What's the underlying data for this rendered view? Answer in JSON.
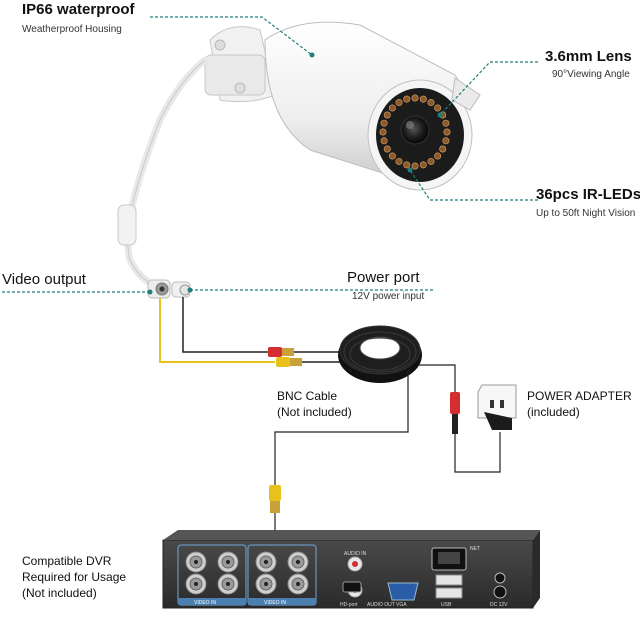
{
  "callouts": {
    "ip66_title": "IP66 waterproof",
    "ip66_sub": "Weatherproof Housing",
    "lens_title": "3.6mm Lens",
    "lens_sub": "90°Viewing Angle",
    "ir_title": "36pcs IR-LEDs",
    "ir_sub": "Up to 50ft Night Vision",
    "video_output": "Video output",
    "power_port_title": "Power port",
    "power_port_sub": "12V power input",
    "bnc_line1": "BNC Cable",
    "bnc_line2": "(Not included)",
    "adapter_line1": "POWER ADAPTER",
    "adapter_line2": "(included)",
    "dvr_line1": "Compatible DVR",
    "dvr_line2": "Required for Usage",
    "dvr_line3": "(Not included)"
  },
  "dvr_panel": {
    "audio_in": "AUDIO IN",
    "video_in_1": "VIDEO IN",
    "video_in_2": "VIDEO IN",
    "hd_port": "HD-port",
    "audio_out": "AUDIO OUT",
    "vga": "VGA",
    "usb": "USB",
    "dc": "DC 12V",
    "net": "NET"
  },
  "colors": {
    "accent_line": "#1f7f7a",
    "video_cable": "#e8c21a",
    "dvr_body": "#3a3a3a"
  }
}
